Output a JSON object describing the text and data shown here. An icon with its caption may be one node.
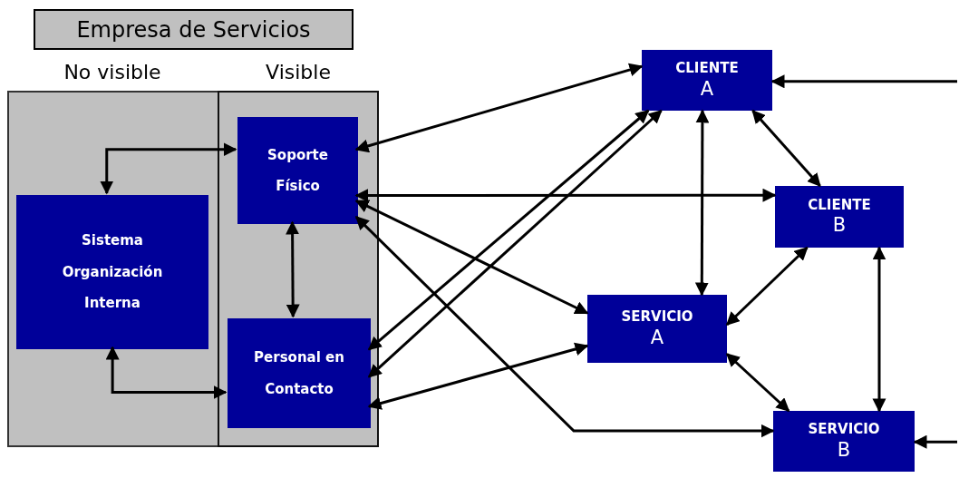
{
  "diagram": {
    "nodes": [
      {
        "text": [
          "Empresa de Servicios"
        ]
      },
      {
        "text": [
          "No visible"
        ]
      },
      {
        "text": [
          "Visible"
        ]
      },
      {
        "text": [
          "Soporte Físico"
        ],
        "in": 2
      },
      {
        "text": [
          "Sistema Organización Interna"
        ],
        "in": 1
      },
      {
        "text": [
          "Personal en Contacto"
        ],
        "in": 2
      },
      {
        "text": [
          "CLIENTE",
          "A"
        ]
      },
      {
        "text": [
          "CLIENTE",
          "B"
        ]
      },
      {
        "text": [
          "SERVICIO",
          "A"
        ]
      },
      {
        "text": [
          "SERVICIO",
          "B"
        ]
      }
    ],
    "edges": [
      {
        "from": 4,
        "to": 3,
        "arrow": "both"
      },
      {
        "from": 4,
        "to": 5,
        "arrow": "both"
      },
      {
        "from": 3,
        "to": 5,
        "arrow": "both"
      },
      {
        "from": 3,
        "to": 6,
        "arrow": "both"
      },
      {
        "from": 3,
        "to": 7,
        "arrow": "both"
      },
      {
        "from": 3,
        "to": 8,
        "arrow": "both"
      },
      {
        "from": 3,
        "to": 9,
        "arrow": "both"
      },
      {
        "from": 5,
        "to": 6,
        "arrow": "both"
      },
      {
        "from": 5,
        "to": 6,
        "arrow": "both"
      },
      {
        "from": 5,
        "to": 8,
        "arrow": "both"
      },
      {
        "from": 6,
        "to": 8,
        "arrow": "both"
      },
      {
        "from": 6,
        "to": 7,
        "arrow": "both"
      },
      {
        "from": 7,
        "to": 8,
        "arrow": "both"
      },
      {
        "from": 8,
        "to": 9,
        "arrow": "both"
      },
      {
        "from": 7,
        "to": 9,
        "arrow": "both"
      },
      {
        "from": null,
        "to": 6,
        "arrow": "to"
      },
      {
        "from": null,
        "to": 9,
        "arrow": "to"
      }
    ]
  }
}
